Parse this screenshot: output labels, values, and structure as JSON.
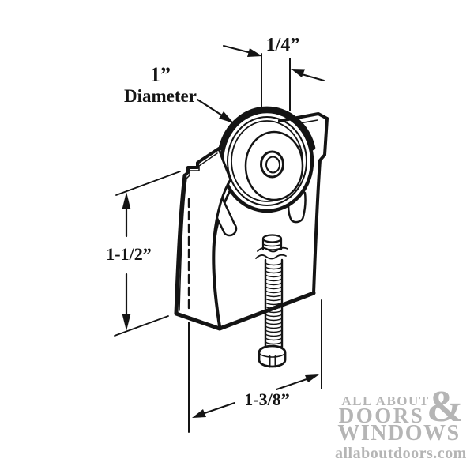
{
  "diagram": {
    "labels": {
      "top_width": "1/4”",
      "diameter_value": "1”",
      "diameter_word": "Diameter",
      "left_height": "1-1/2”",
      "bottom_width": "1-3/8”"
    },
    "ink_color": "#141414",
    "subject": "sliding-door-roller-assembly",
    "parts": [
      "wheel",
      "bracket",
      "adjustment-screw"
    ]
  },
  "watermark": {
    "line1": "ALL ABOUT",
    "ampersand": "&",
    "line2": "DOORS",
    "line3": "WINDOWS",
    "website": "allaboutdoors.com",
    "color": "#b5b5b5"
  }
}
